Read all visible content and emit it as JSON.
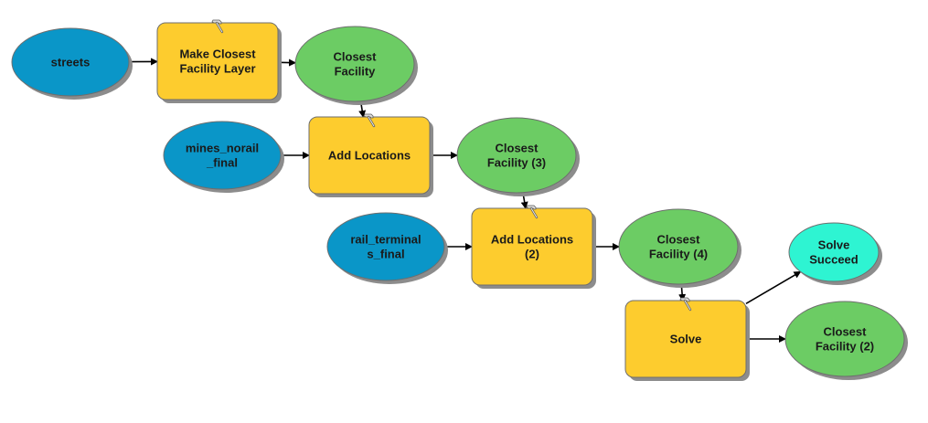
{
  "colors": {
    "input_data": "#0a96c8",
    "tool": "#fdcc2e",
    "output_data": "#6ccc64",
    "boolean_output": "#2ef4d2",
    "shadow": "#8c8c8c",
    "connector": "#000000"
  },
  "icons": {
    "tool": "hammer-icon"
  },
  "diagram": {
    "nodes": {
      "streets": {
        "kind": "input_data",
        "label": "streets"
      },
      "make_closest_facility_layer": {
        "kind": "tool",
        "label": "Make Closest\nFacility Layer"
      },
      "closest_facility": {
        "kind": "output_data",
        "label": "Closest\nFacility"
      },
      "mines_norail_final": {
        "kind": "input_data",
        "label": "mines_norail\n_final"
      },
      "add_locations": {
        "kind": "tool",
        "label": "Add Locations"
      },
      "closest_facility_3": {
        "kind": "output_data",
        "label": "Closest\nFacility (3)"
      },
      "rail_terminals_final": {
        "kind": "input_data",
        "label": "rail_terminal\ns_final"
      },
      "add_locations_2": {
        "kind": "tool",
        "label": "Add Locations\n(2)"
      },
      "closest_facility_4": {
        "kind": "output_data",
        "label": "Closest\nFacility (4)"
      },
      "solve": {
        "kind": "tool",
        "label": "Solve"
      },
      "solve_succeed": {
        "kind": "boolean_output",
        "label": "Solve\nSucceed"
      },
      "closest_facility_2": {
        "kind": "output_data",
        "label": "Closest\nFacility (2)"
      }
    },
    "edges": [
      {
        "from": "streets",
        "to": "make_closest_facility_layer"
      },
      {
        "from": "make_closest_facility_layer",
        "to": "closest_facility"
      },
      {
        "from": "closest_facility",
        "to": "add_locations"
      },
      {
        "from": "mines_norail_final",
        "to": "add_locations"
      },
      {
        "from": "add_locations",
        "to": "closest_facility_3"
      },
      {
        "from": "closest_facility_3",
        "to": "add_locations_2"
      },
      {
        "from": "rail_terminals_final",
        "to": "add_locations_2"
      },
      {
        "from": "add_locations_2",
        "to": "closest_facility_4"
      },
      {
        "from": "closest_facility_4",
        "to": "solve"
      },
      {
        "from": "solve",
        "to": "solve_succeed"
      },
      {
        "from": "solve",
        "to": "closest_facility_2"
      }
    ]
  }
}
